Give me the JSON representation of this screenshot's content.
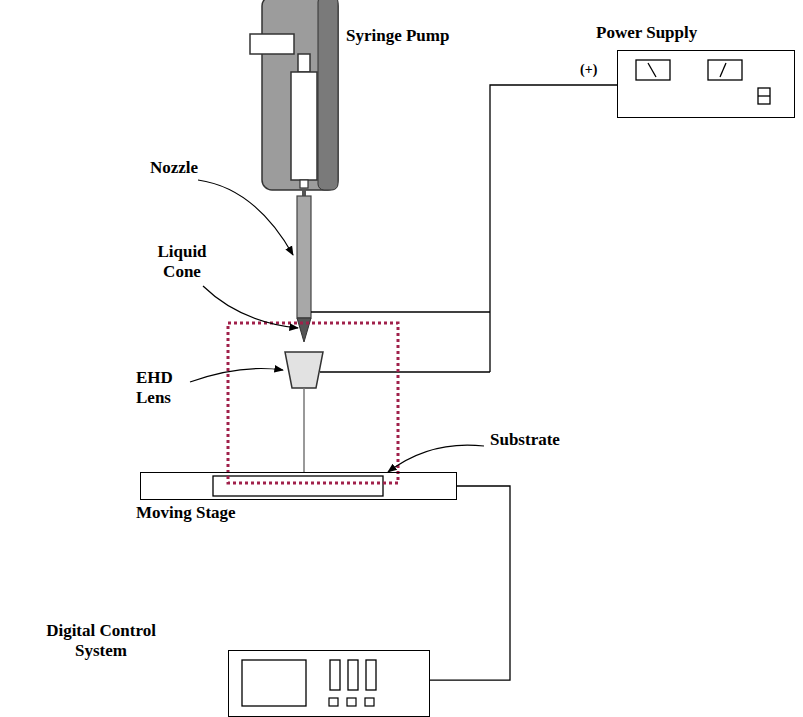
{
  "diagram": {
    "nodes": [
      {
        "text": [
          "Syringe Pump"
        ]
      },
      {
        "text": [
          "Power Supply"
        ]
      },
      {
        "text": [
          "Moving Stage"
        ]
      },
      {
        "text": [
          "Digital Control System"
        ]
      }
    ],
    "edges": [
      {
        "from": 3,
        "to": 2,
        "arrow": "none"
      }
    ],
    "labels": [
      "Nozzle",
      "Liquid Cone",
      "EHD Lens",
      "Substrate",
      "(+)"
    ]
  }
}
